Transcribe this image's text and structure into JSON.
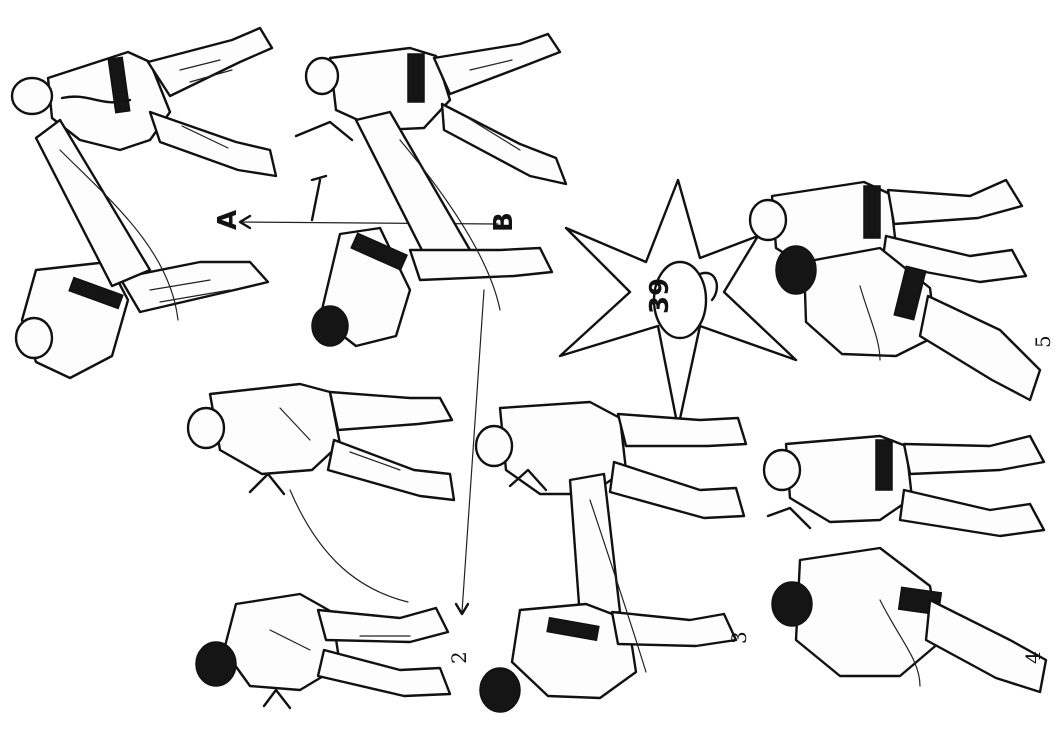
{
  "figure": {
    "number": "39",
    "arrow_labels": {
      "a": "A",
      "b": "B"
    },
    "step_labels": [
      "2",
      "3",
      "4",
      "5"
    ],
    "colors": {
      "ink": "#111111",
      "paper": "#ffffff"
    }
  }
}
